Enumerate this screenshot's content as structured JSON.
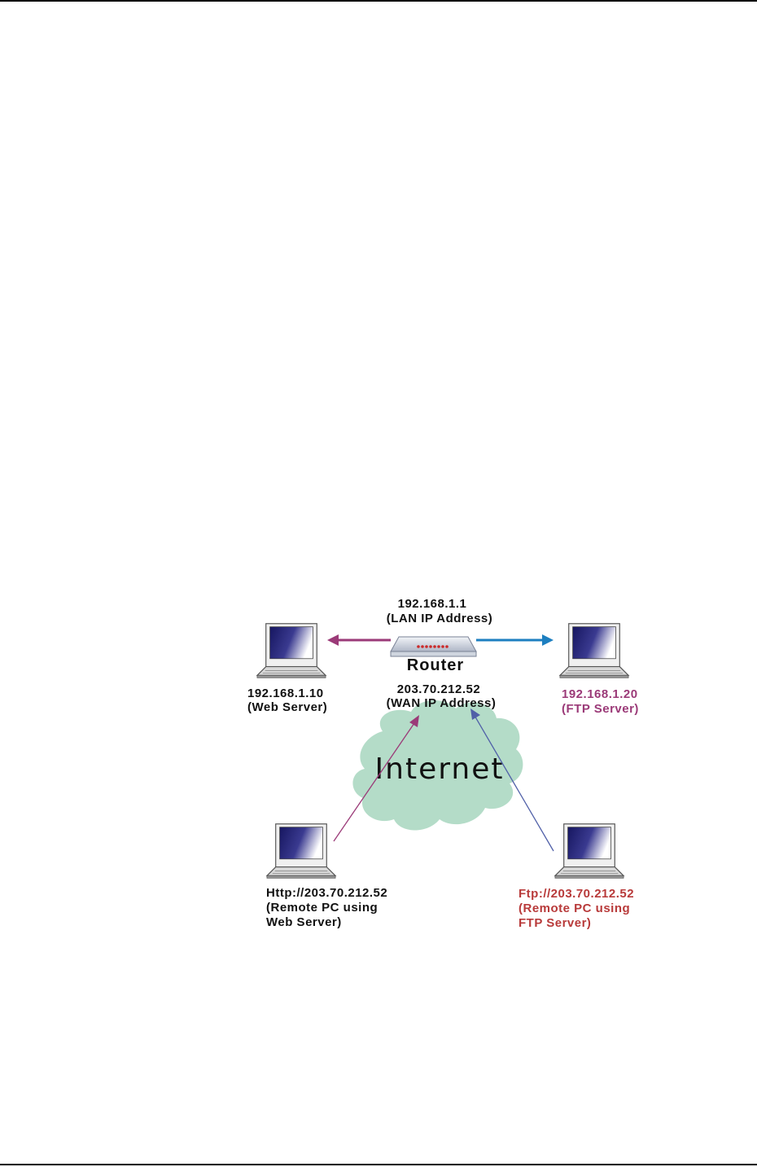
{
  "router": {
    "lan_ip": "192.168.1.1",
    "lan_caption": "(LAN IP Address)",
    "name": "Router",
    "wan_ip": "203.70.212.52",
    "wan_caption": "(WAN IP Address)"
  },
  "cloud": {
    "label": "Internet"
  },
  "web_server": {
    "ip": "192.168.1.10",
    "role": "(Web Server)"
  },
  "ftp_server": {
    "ip": "192.168.1.20",
    "role": "(FTP Server)"
  },
  "remote_web": {
    "line1": "Http://203.70.212.52",
    "line2": "(Remote PC using",
    "line3": "Web Server)"
  },
  "remote_ftp": {
    "line1": "Ftp://203.70.212.52",
    "line2": "(Remote PC using",
    "line3": "FTP Server)"
  },
  "colors": {
    "web_arrow": "#9b3a78",
    "ftp_arrow": "#1d7fc0",
    "remote_ftp_line": "#5060a8",
    "ftp_text": "#9b3a78",
    "remote_ftp_text": "#b83a3a",
    "cloud_fill": "#b4dcc8"
  }
}
